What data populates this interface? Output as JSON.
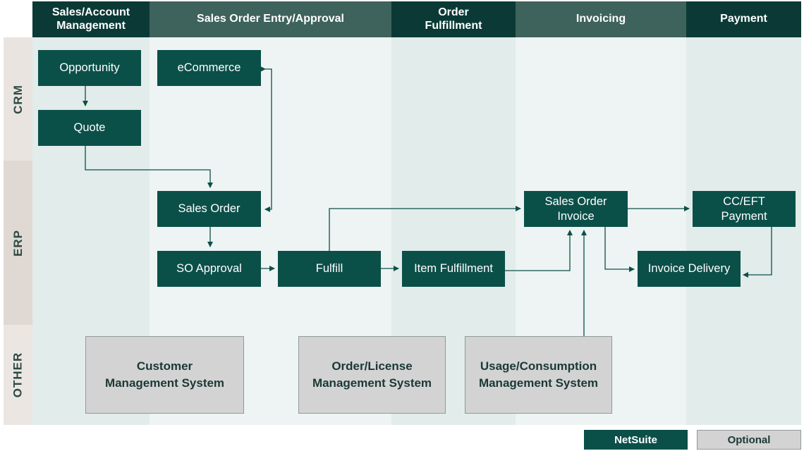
{
  "columns": [
    {
      "label": "Sales/Account\nManagement"
    },
    {
      "label": "Sales Order Entry/Approval"
    },
    {
      "label": "Order\nFulfillment"
    },
    {
      "label": "Invoicing"
    },
    {
      "label": "Payment"
    }
  ],
  "rows": {
    "crm": "CRM",
    "erp": "ERP",
    "other": "OTHER"
  },
  "nodes": {
    "opportunity": "Opportunity",
    "quote": "Quote",
    "ecommerce": "eCommerce",
    "sales_order": "Sales Order",
    "so_approval": "SO Approval",
    "fulfill": "Fulfill",
    "item_fulfillment": "Item Fulfillment",
    "sales_order_invoice": "Sales Order\nInvoice",
    "cc_eft_payment": "CC/EFT\nPayment",
    "invoice_delivery": "Invoice Delivery"
  },
  "optional_systems": {
    "customer_mgmt": "Customer\nManagement System",
    "order_license": "Order/License\nManagement System",
    "usage_consumption": "Usage/Consumption\nManagement System"
  },
  "legend": {
    "netsuite": "NetSuite",
    "optional": "Optional"
  },
  "colors": {
    "netsuite_node": "#0b4f49",
    "header_dark": "#0b3a36",
    "header_mid": "#3e625c",
    "optional_node": "#d3d3d3",
    "connector": "#0b4f49"
  }
}
